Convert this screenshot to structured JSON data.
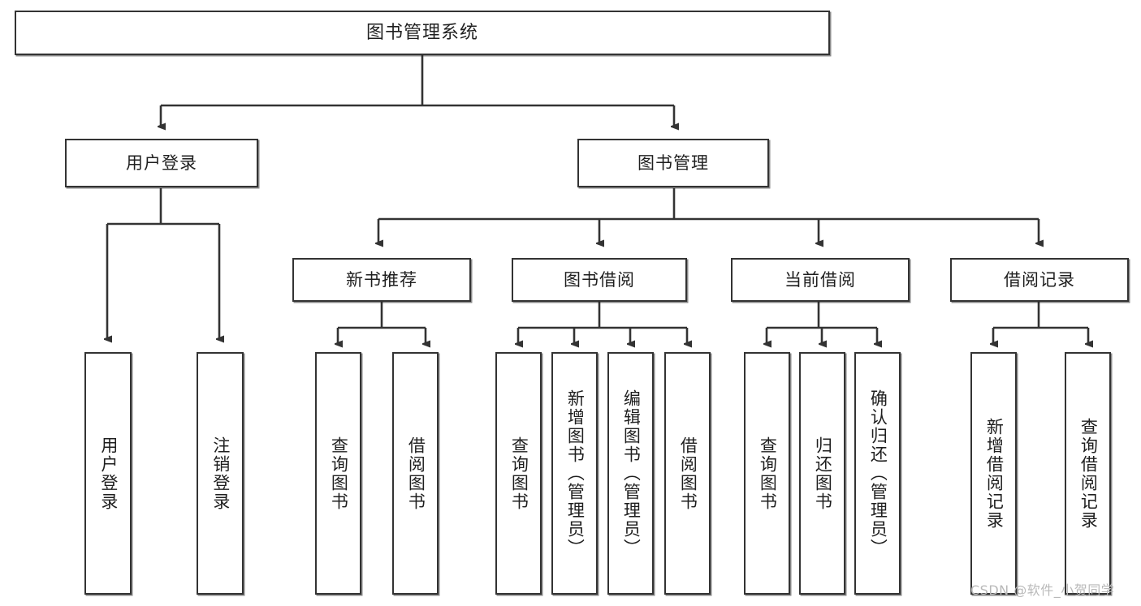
{
  "diagram": {
    "title": "图书管理系统",
    "watermark": "CSDN @软件_小贺同学",
    "colors": {
      "border": "#333333",
      "background": "#ffffff",
      "text": "#1f1f1f",
      "watermark": "#b9b9b9"
    },
    "levels": {
      "root": {
        "label": "图书管理系统"
      },
      "level2": [
        {
          "id": "user-login",
          "label": "用户登录"
        },
        {
          "id": "book-manage",
          "label": "图书管理"
        }
      ],
      "level3": [
        {
          "id": "new-book-recommend",
          "label": "新书推荐"
        },
        {
          "id": "book-borrow",
          "label": "图书借阅"
        },
        {
          "id": "current-borrow",
          "label": "当前借阅"
        },
        {
          "id": "borrow-record",
          "label": "借阅记录"
        }
      ],
      "leaves": [
        {
          "id": "leaf-user-login",
          "label": "用户登录",
          "parent": "user-login"
        },
        {
          "id": "leaf-logout-login",
          "label": "注销登录",
          "parent": "user-login"
        },
        {
          "id": "leaf-query-book-1",
          "label": "查询图书",
          "parent": "new-book-recommend"
        },
        {
          "id": "leaf-borrow-book-1",
          "label": "借阅图书",
          "parent": "new-book-recommend"
        },
        {
          "id": "leaf-query-book-2",
          "label": "查询图书",
          "parent": "book-borrow"
        },
        {
          "id": "leaf-add-book",
          "label": "新增图书（管理员）",
          "parent": "book-borrow"
        },
        {
          "id": "leaf-edit-book",
          "label": "编辑图书（管理员）",
          "parent": "book-borrow"
        },
        {
          "id": "leaf-borrow-book-2",
          "label": "借阅图书",
          "parent": "book-borrow"
        },
        {
          "id": "leaf-query-book-3",
          "label": "查询图书",
          "parent": "current-borrow"
        },
        {
          "id": "leaf-return-book",
          "label": "归还图书",
          "parent": "current-borrow"
        },
        {
          "id": "leaf-confirm-return",
          "label": "确认归还（管理员）",
          "parent": "current-borrow"
        },
        {
          "id": "leaf-add-record",
          "label": "新增借阅记录",
          "parent": "borrow-record"
        },
        {
          "id": "leaf-query-record",
          "label": "查询借阅记录",
          "parent": "borrow-record"
        }
      ]
    }
  }
}
